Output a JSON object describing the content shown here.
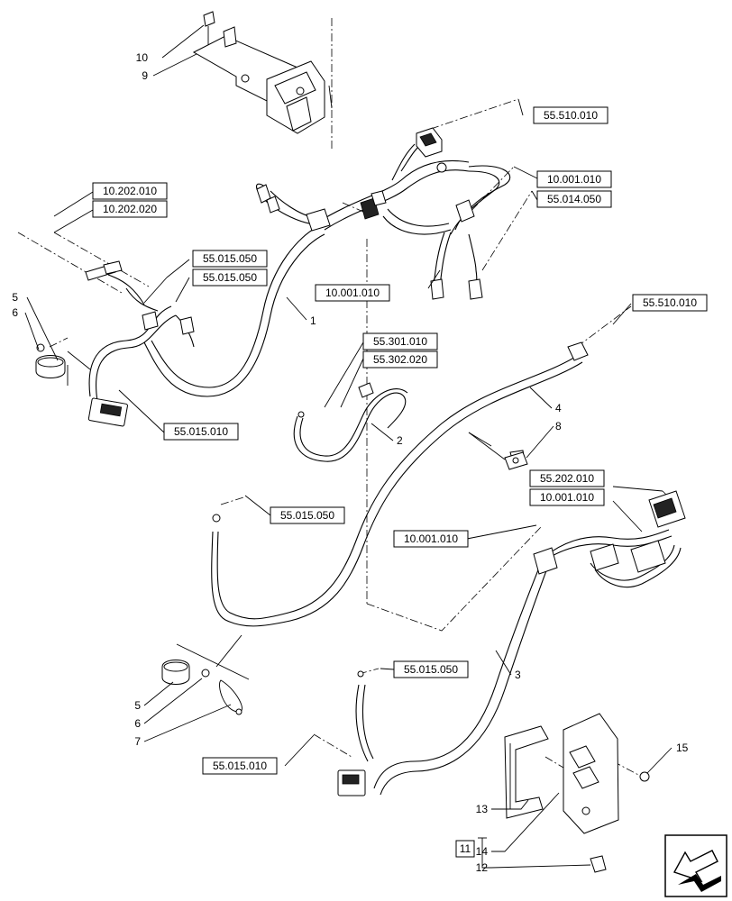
{
  "references": [
    {
      "id": "ref-55-510-010-top",
      "text": "55.510.010"
    },
    {
      "id": "ref-10-001-010-a",
      "text": "10.001.010"
    },
    {
      "id": "ref-55-014-050",
      "text": "55.014.050"
    },
    {
      "id": "ref-10-202-010",
      "text": "10.202.010"
    },
    {
      "id": "ref-10-202-020",
      "text": "10.202.020"
    },
    {
      "id": "ref-55-015-050-a",
      "text": "55.015.050"
    },
    {
      "id": "ref-55-015-050-b",
      "text": "55.015.050"
    },
    {
      "id": "ref-10-001-010-b",
      "text": "10.001.010"
    },
    {
      "id": "ref-55-510-010-right",
      "text": "55.510.010"
    },
    {
      "id": "ref-55-301-010",
      "text": "55.301.010"
    },
    {
      "id": "ref-55-302-020",
      "text": "55.302.020"
    },
    {
      "id": "ref-55-015-010-a",
      "text": "55.015.010"
    },
    {
      "id": "ref-55-202-010",
      "text": "55.202.010"
    },
    {
      "id": "ref-10-001-010-c",
      "text": "10.001.010"
    },
    {
      "id": "ref-55-015-050-c",
      "text": "55.015.050"
    },
    {
      "id": "ref-10-001-010-d",
      "text": "10.001.010"
    },
    {
      "id": "ref-55-015-050-d",
      "text": "55.015.050"
    },
    {
      "id": "ref-55-015-010-b",
      "text": "55.015.010"
    }
  ],
  "callouts": [
    {
      "id": "item-10",
      "text": "10"
    },
    {
      "id": "item-9",
      "text": "9"
    },
    {
      "id": "item-5-top",
      "text": "5"
    },
    {
      "id": "item-6-top",
      "text": "6"
    },
    {
      "id": "item-1",
      "text": "1"
    },
    {
      "id": "item-2",
      "text": "2"
    },
    {
      "id": "item-4",
      "text": "4"
    },
    {
      "id": "item-8",
      "text": "8"
    },
    {
      "id": "item-3",
      "text": "3"
    },
    {
      "id": "item-5-bottom",
      "text": "5"
    },
    {
      "id": "item-6-bottom",
      "text": "6"
    },
    {
      "id": "item-7",
      "text": "7"
    },
    {
      "id": "item-15",
      "text": "15"
    },
    {
      "id": "item-13",
      "text": "13"
    },
    {
      "id": "item-14",
      "text": "14"
    },
    {
      "id": "item-12",
      "text": "12"
    },
    {
      "id": "item-11-kit",
      "text": "11"
    }
  ],
  "icons": {
    "navigation": "arrow-left-icon"
  }
}
